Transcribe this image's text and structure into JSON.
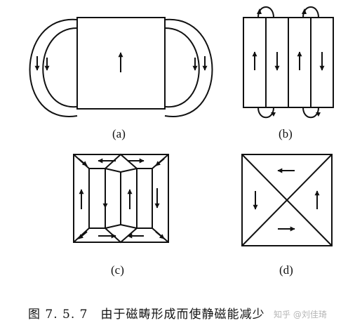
{
  "panels": [
    {
      "id": "a",
      "label": "(a)"
    },
    {
      "id": "b",
      "label": "(b)"
    },
    {
      "id": "c",
      "label": "(c)"
    },
    {
      "id": "d",
      "label": "(d)"
    }
  ],
  "caption": {
    "number": "图 7. 5. 7",
    "text": "由于磁畴形成而使静磁能减少"
  },
  "watermark": "知乎 @刘佳琦",
  "colors": {
    "line": "#111111",
    "background": "#ffffff"
  }
}
